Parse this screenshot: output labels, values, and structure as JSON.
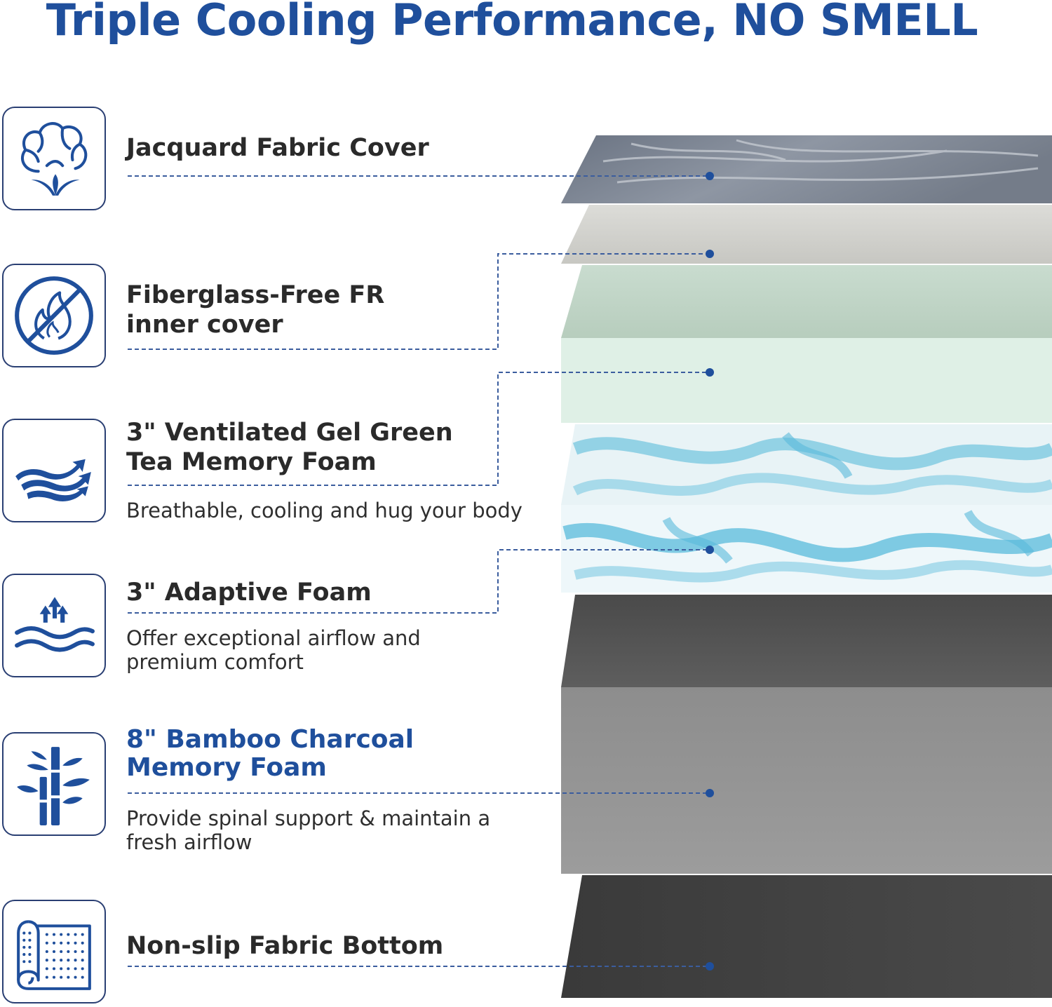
{
  "title": "Triple Cooling Performance, NO SMELL",
  "accent_color": "#1f4f9c",
  "layers": [
    {
      "label_line1": "Jacquard Fabric Cover",
      "label_line2": "",
      "icon": "cotton-icon",
      "description_line1": "",
      "description_line2": ""
    },
    {
      "label_line1": "Fiberglass-Free FR",
      "label_line2": "inner cover",
      "icon": "no-fire-icon",
      "description_line1": "",
      "description_line2": ""
    },
    {
      "label_line1": "3\" Ventilated Gel Green",
      "label_line2": "Tea Memory Foam",
      "icon": "airflow-icon",
      "description_line1": "Breathable, cooling and hug your body",
      "description_line2": ""
    },
    {
      "label_line1": "3\" Adaptive Foam",
      "label_line2": "",
      "icon": "heat-waves-icon",
      "description_line1": "Offer exceptional airflow and",
      "description_line2": "premium comfort"
    },
    {
      "label_line1": "8\" Bamboo Charcoal",
      "label_line2": "Memory Foam",
      "icon": "bamboo-icon",
      "description_line1": "Provide spinal support & maintain a",
      "description_line2": "fresh airflow"
    },
    {
      "label_line1": "Non-slip Fabric Bottom",
      "label_line2": "",
      "icon": "fabric-roll-icon",
      "description_line1": "",
      "description_line2": ""
    }
  ]
}
